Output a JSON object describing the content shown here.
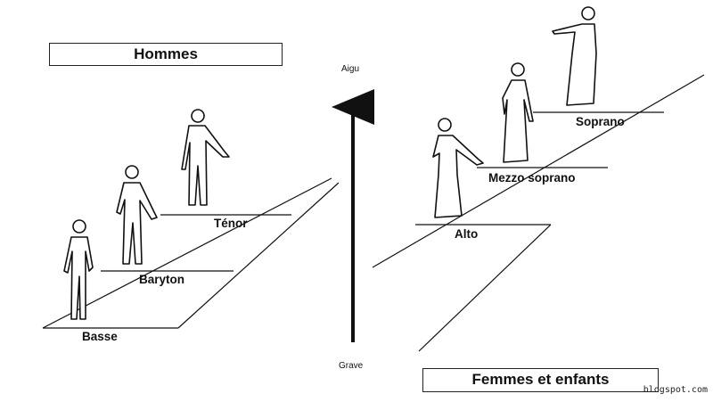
{
  "men": {
    "title": "Hommes",
    "voices": [
      "Basse",
      "Baryton",
      "Ténor"
    ]
  },
  "women": {
    "title": "Femmes et enfants",
    "voices": [
      "Alto",
      "Mezzo soprano",
      "Soprano"
    ]
  },
  "axis": {
    "top_label": "Aigu",
    "bottom_label": "Grave"
  },
  "watermark": "blogspot.com"
}
